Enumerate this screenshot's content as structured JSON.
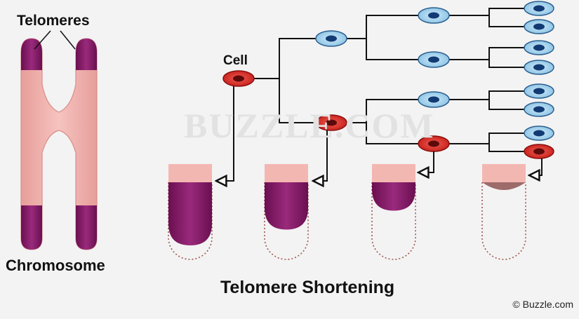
{
  "labels": {
    "telomeres": "Telomeres",
    "chromosome": "Chromosome",
    "cell": "Cell",
    "caption": "Telomere Shortening",
    "credit": "© Buzzle.com",
    "watermark": "BUZZLE.COM"
  },
  "colors": {
    "background": "#f3f3f3",
    "chromosome_body": "#f0b1ae",
    "telomere": "#8c1c68",
    "telomere_purple": "#8d1f6e",
    "aged_telomere": "#9c6b6a",
    "tube_cap": "#f3b7b2",
    "blue_cell": "#a6d4ee",
    "blue_nucleus": "#123a73",
    "red_cell": "#e02a24",
    "red_nucleus": "#5c0a0a",
    "lines": "#111111",
    "dotted_outline": "#a0564f"
  },
  "telomere_levels": [
    1.0,
    0.75,
    0.45,
    0.0
  ]
}
